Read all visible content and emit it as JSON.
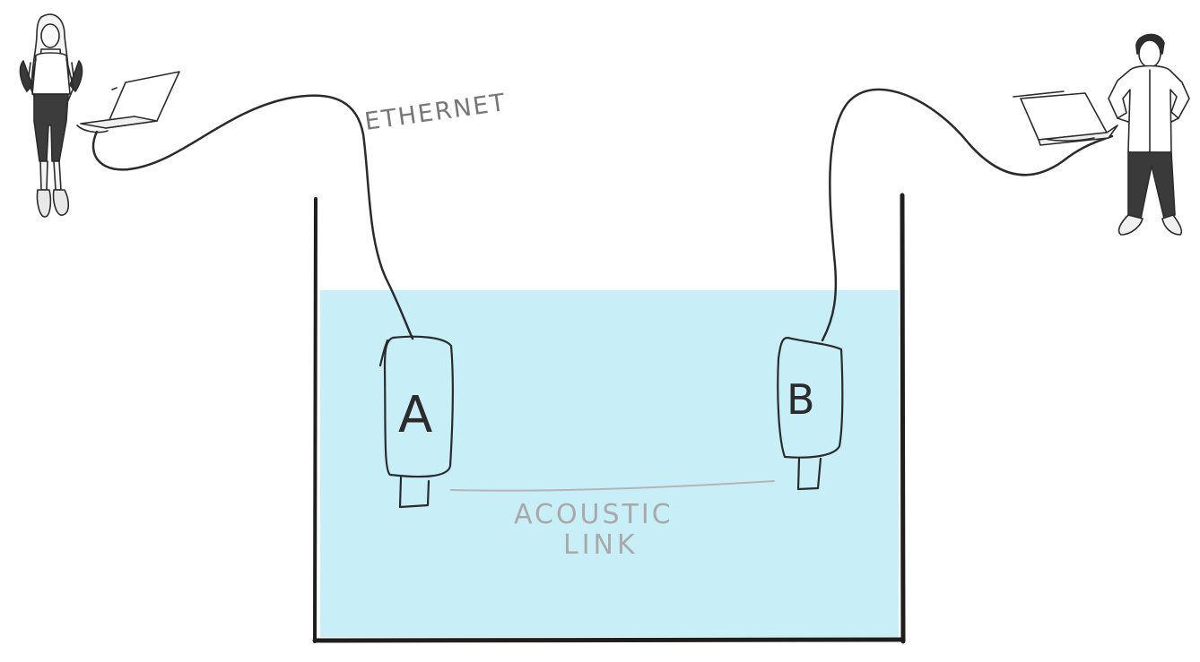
{
  "labels": {
    "ethernet": "ETHERNET",
    "modem_a": "A",
    "modem_b": "B",
    "acoustic_line1": "ACOUSTIC",
    "acoustic_line2": "LINK"
  },
  "colors": {
    "ink": "#2b2b2b",
    "water": "#c8eff8",
    "label_gray": "#8a8a8a",
    "link_gray": "#b5b5b5",
    "background": "#ffffff"
  },
  "icons": {
    "left_person": "woman-with-laptop-icon",
    "right_person": "man-with-laptop-icon"
  }
}
